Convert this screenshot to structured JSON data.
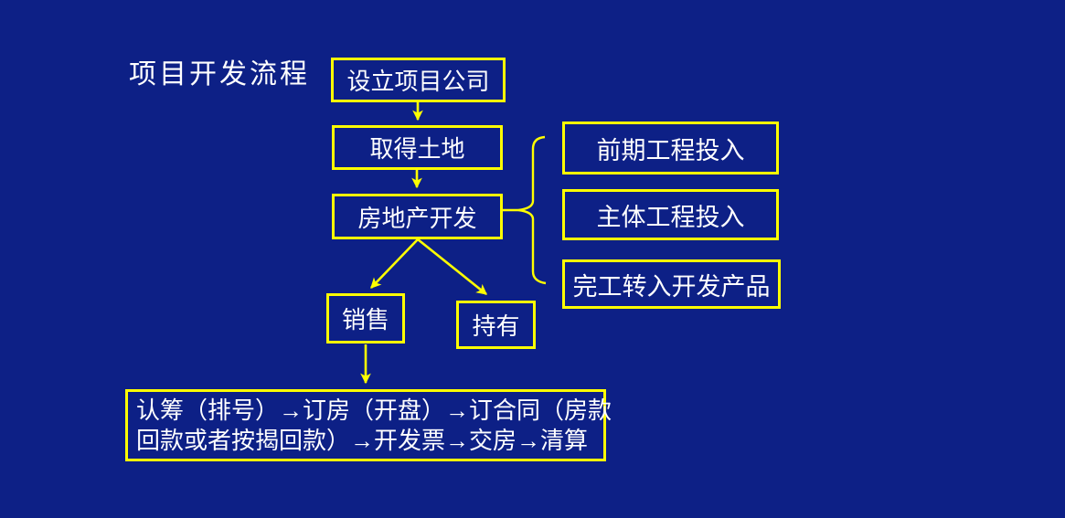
{
  "slide": {
    "background_color": "#0D2086",
    "accent_color": "#FFFF00",
    "text_color": "#FFFFFF"
  },
  "title": "项目开发流程",
  "flow": {
    "establish_company": "设立项目公司",
    "acquire_land": "取得土地",
    "real_estate_development": "房地产开发",
    "sell": "销售",
    "hold": "持有"
  },
  "investment_items": [
    "前期工程投入",
    "主体工程投入",
    "完工转入开发产品"
  ],
  "sales_process_lines": [
    "认筹（排号）→订房（开盘）→订合同（房款",
    "回款或者按揭回款）→开发票→交房→清算"
  ]
}
